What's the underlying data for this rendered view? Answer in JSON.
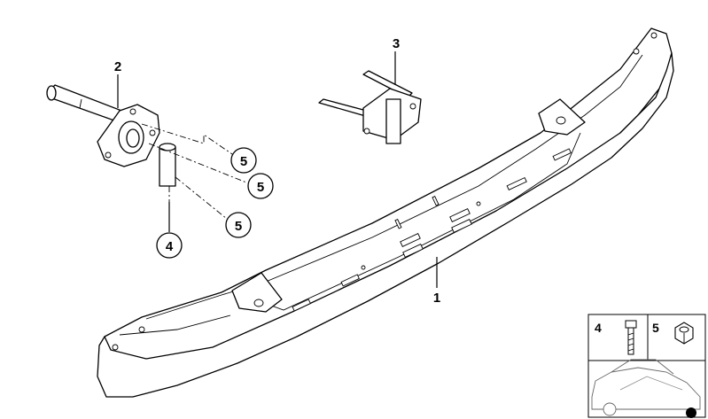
{
  "callouts": {
    "bumper_carrier": "1",
    "tow_eye_bracket": "2",
    "bracket_pins": "3",
    "bolt_plain": "4",
    "nut_1": "5",
    "nut_2": "5",
    "nut_3": "5"
  },
  "legend": {
    "bolt_number": "4",
    "nut_number": "5"
  }
}
